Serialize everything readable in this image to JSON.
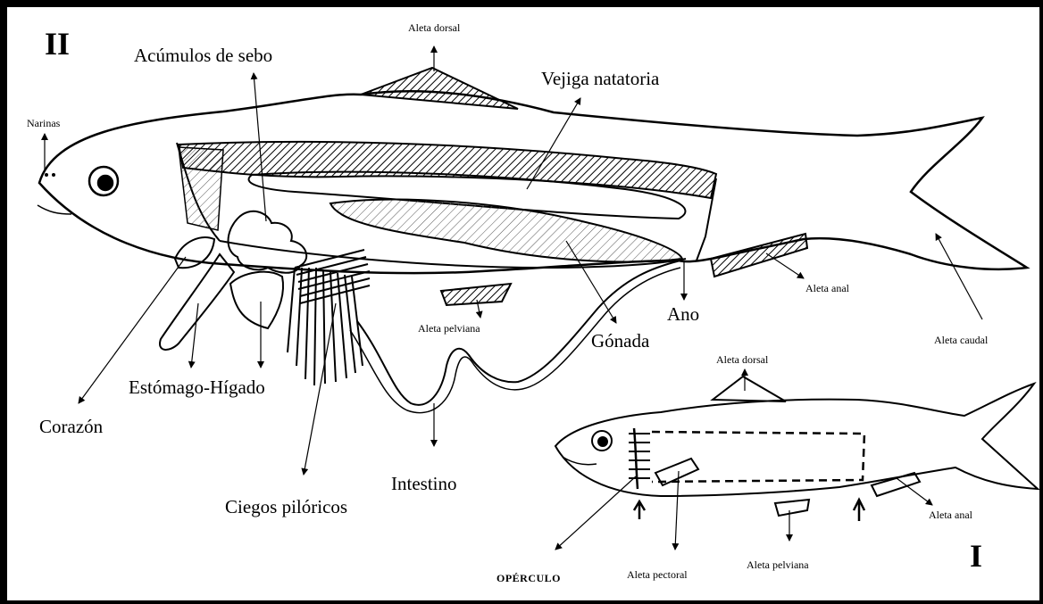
{
  "numerals": {
    "ii": "II",
    "i": "I"
  },
  "fish_ii_labels": {
    "aleta_dorsal": "Aleta dorsal",
    "acumulos_de_sebo": "Acúmulos de sebo",
    "vejiga_natatoria": "Vejiga natatoria",
    "narinas": "Narinas",
    "aleta_anal": "Aleta anal",
    "aleta_pelviana": "Aleta pelviana",
    "ano": "Ano",
    "gonada": "Gónada",
    "aleta_caudal": "Aleta caudal",
    "estomago_higado": "Estómago-Hígado",
    "corazon": "Corazón",
    "intestino": "Intestino",
    "ciegos_piloricos": "Ciegos pilóricos"
  },
  "fish_i_labels": {
    "aleta_dorsal": "Aleta dorsal",
    "aleta_anal": "Aleta anal",
    "aleta_pelviana": "Aleta pelviana",
    "aleta_pectoral": "Aleta pectoral",
    "operculo": "OPÉRCULO"
  }
}
